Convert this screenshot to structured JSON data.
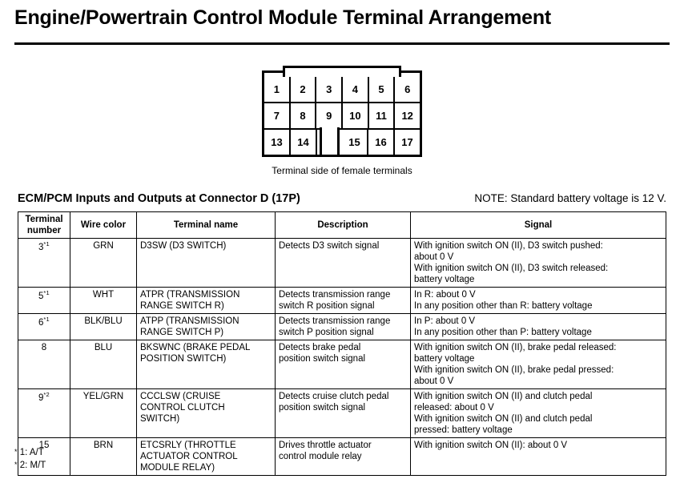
{
  "page": {
    "title": "Engine/Powertrain Control Module Terminal Arrangement"
  },
  "connector": {
    "caption": "Terminal side of female terminals",
    "rows": [
      [
        "1",
        "2",
        "3",
        "4",
        "5",
        "6"
      ],
      [
        "7",
        "8",
        "9",
        "10",
        "11",
        "12"
      ],
      [
        "13",
        "14",
        "",
        "15",
        "16",
        "17"
      ]
    ],
    "notch_row": 2,
    "notch_index": 2
  },
  "section": {
    "title": "ECM/PCM Inputs and Outputs at Connector D  (17P)",
    "note": "NOTE: Standard battery voltage is 12 V."
  },
  "table": {
    "headers": [
      "Terminal number",
      "Wire color",
      "Terminal name",
      "Description",
      "Signal"
    ],
    "rows": [
      {
        "terminal": "3",
        "footnote": "*1",
        "wire_color": "GRN",
        "terminal_name": [
          "D3SW (D3 SWITCH)"
        ],
        "description": [
          "Detects D3 switch signal"
        ],
        "signal": [
          "With ignition switch ON (II), D3 switch pushed:",
          "about 0 V",
          "With ignition switch ON (II), D3 switch released:",
          "battery voltage"
        ]
      },
      {
        "terminal": "5",
        "footnote": "*1",
        "wire_color": "WHT",
        "terminal_name": [
          "ATPR (TRANSMISSION",
          "RANGE SWITCH R)"
        ],
        "description": [
          "Detects transmission range",
          "switch R position signal"
        ],
        "signal": [
          "In R: about 0 V",
          "In any position other than R: battery voltage"
        ]
      },
      {
        "terminal": "6",
        "footnote": "*1",
        "wire_color": "BLK/BLU",
        "terminal_name": [
          "ATPP (TRANSMISSION",
          "RANGE SWITCH P)"
        ],
        "description": [
          "Detects transmission range",
          "switch P position signal"
        ],
        "signal": [
          "In P: about 0 V",
          "In any position other than P: battery voltage"
        ]
      },
      {
        "terminal": "8",
        "footnote": "",
        "wire_color": "BLU",
        "terminal_name": [
          "BKSWNC (BRAKE PEDAL",
          "POSITION SWITCH)"
        ],
        "description": [
          "Detects brake pedal",
          "position switch signal"
        ],
        "signal": [
          "With ignition switch ON (II), brake pedal released:",
          "battery voltage",
          "With ignition switch ON (II), brake pedal pressed:",
          "about 0 V"
        ]
      },
      {
        "terminal": "9",
        "footnote": "*2",
        "wire_color": "YEL/GRN",
        "terminal_name": [
          "CCCLSW (CRUISE",
          "CONTROL CLUTCH",
          "SWITCH)"
        ],
        "description": [
          "Detects cruise clutch pedal",
          "position switch signal"
        ],
        "signal": [
          "With ignition switch ON (II) and clutch pedal",
          "released: about 0 V",
          "With ignition switch ON (II) and clutch pedal",
          "pressed: battery voltage"
        ]
      },
      {
        "terminal": "15",
        "footnote": "",
        "wire_color": "BRN",
        "terminal_name": [
          "ETCSRLY (THROTTLE",
          "ACTUATOR CONTROL",
          "MODULE RELAY)"
        ],
        "description": [
          "Drives throttle actuator",
          "control module relay"
        ],
        "signal": [
          "With ignition switch ON (II): about 0 V"
        ]
      }
    ]
  },
  "footnotes": [
    {
      "marker": "*",
      "text": "1: A/T"
    },
    {
      "marker": "*",
      "text": "2: M/T"
    }
  ]
}
